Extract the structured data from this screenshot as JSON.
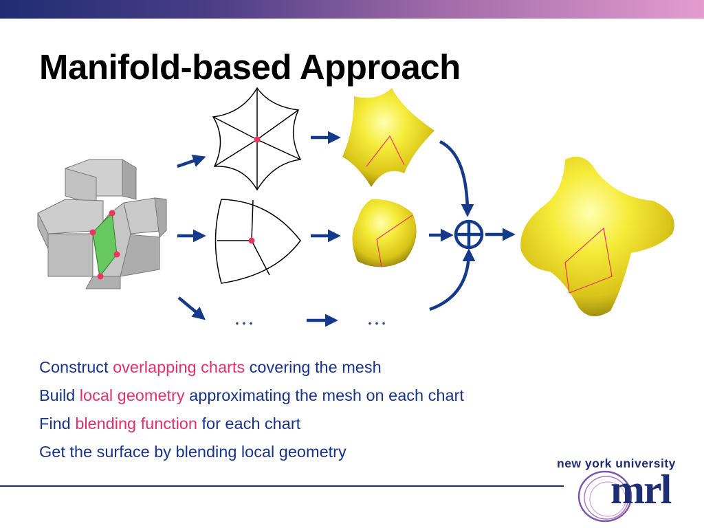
{
  "slide": {
    "title": "Manifold-based Approach"
  },
  "figure": {
    "ellipsis_1": "…",
    "ellipsis_2": "…"
  },
  "bullets": [
    {
      "pre": "Construct ",
      "highlight": "overlapping charts",
      "post": " covering the mesh"
    },
    {
      "pre": "Build ",
      "highlight": "local geometry",
      "post": " approximating the mesh on each chart"
    },
    {
      "pre": "Find ",
      "highlight": "blending function",
      "post": " for each chart"
    },
    {
      "pre": "Get the surface by blending local geometry",
      "highlight": "",
      "post": ""
    }
  ],
  "logo": {
    "text": "new york university",
    "mark": "mrl"
  },
  "colors": {
    "bullet_text": "#17338c",
    "highlight": "#e0306a",
    "arrow": "#163a8a",
    "surface": "#f2e32a",
    "mesh": "#b9b9b9",
    "chart_region": "#62c85c"
  }
}
